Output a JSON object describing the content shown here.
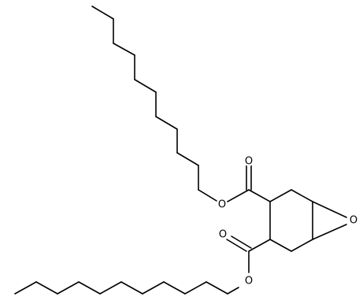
{
  "diagram": {
    "type": "skeletal-structure",
    "atom_labels": {
      "ester_upper_carbonyl_o": "O",
      "ester_upper_link_o": "O",
      "epoxide_o": "O",
      "ester_lower_carbonyl_o": "O",
      "ester_lower_link_o": "O"
    },
    "colors": {
      "bond": "#000000",
      "label": "#000000",
      "background": "#ffffff"
    }
  }
}
